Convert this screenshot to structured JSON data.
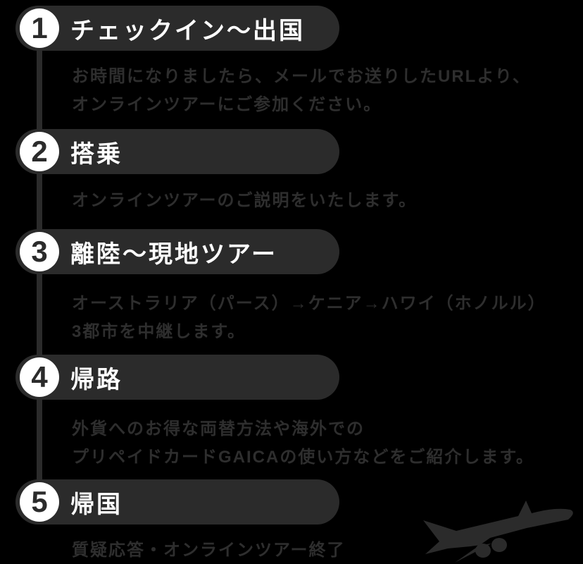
{
  "page": {
    "background_color": "#000000",
    "element_color": "#2b2b2b",
    "title_text_color": "#ffffff"
  },
  "steps": [
    {
      "number": "1",
      "title": "チェックイン〜出国",
      "desc": [
        "お時間になりましたら、メールでお送りしたURLより、",
        "オンラインツアーにご参加ください。"
      ]
    },
    {
      "number": "2",
      "title": "搭乗",
      "desc": [
        "オンラインツアーのご説明をいたします。"
      ]
    },
    {
      "number": "3",
      "title": "離陸〜現地ツアー",
      "desc": [
        "オーストラリア（パース）→ケニア→ハワイ（ホノルル）",
        "3都市を中継します。"
      ]
    },
    {
      "number": "4",
      "title": "帰路",
      "desc": [
        "外貨へのお得な両替方法や海外での",
        "プリペイドカードGAICAの使い方などをご紹介します。"
      ]
    },
    {
      "number": "5",
      "title": "帰国",
      "desc": [
        "質疑応答・オンラインツアー終了"
      ]
    }
  ],
  "icons": {
    "airplane": "airplane-icon"
  }
}
